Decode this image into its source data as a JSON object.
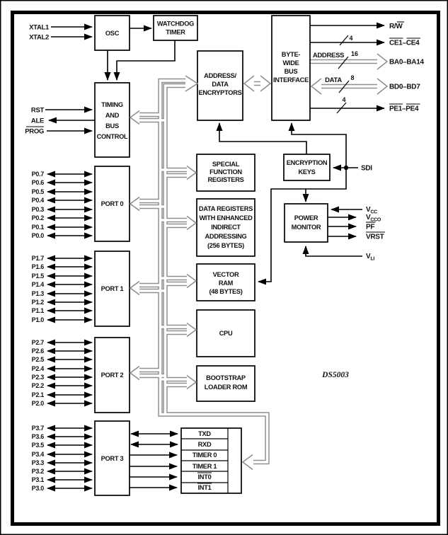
{
  "part_label": "DS5003",
  "blocks": {
    "osc": {
      "label": "OSC"
    },
    "watchdog": {
      "lines": [
        "WATCHDOG",
        "TIMER"
      ]
    },
    "timing": {
      "lines": [
        "TIMING",
        "AND",
        "BUS",
        "CONTROL"
      ]
    },
    "encryptors": {
      "lines": [
        "ADDRESS/",
        "DATA",
        "ENCRYPTORS"
      ]
    },
    "bus_interface": {
      "lines": [
        "BYTE-",
        "WIDE",
        "BUS",
        "INTERFACE"
      ]
    },
    "sfr": {
      "lines": [
        "SPECIAL",
        "FUNCTION",
        "REGISTERS"
      ]
    },
    "data_registers": {
      "lines": [
        "DATA REGISTERS",
        "WITH ENHANCED",
        "INDIRECT",
        "ADDRESSING",
        "(256 BYTES)"
      ]
    },
    "encryption_keys": {
      "lines": [
        "ENCRYPTION",
        "KEYS"
      ]
    },
    "power_monitor": {
      "lines": [
        "POWER",
        "MONITOR"
      ]
    },
    "vector_ram": {
      "lines": [
        "VECTOR",
        "RAM",
        "(48 BYTES)"
      ]
    },
    "cpu": {
      "label": "CPU"
    },
    "bootstrap": {
      "lines": [
        "BOOTSTRAP",
        "LOADER ROM"
      ]
    },
    "port0": {
      "label": "PORT 0",
      "pins": [
        "P0.7",
        "P0.6",
        "P0.5",
        "P0.4",
        "P0.3",
        "P0.2",
        "P0.1",
        "P0.0"
      ]
    },
    "port1": {
      "label": "PORT 1",
      "pins": [
        "P1.7",
        "P1.6",
        "P1.5",
        "P1.4",
        "P1.3",
        "P1.2",
        "P1.1",
        "P1.0"
      ]
    },
    "port2": {
      "label": "PORT 2",
      "pins": [
        "P2.7",
        "P2.6",
        "P2.5",
        "P2.4",
        "P2.3",
        "P2.2",
        "P2.1",
        "P2.0"
      ]
    },
    "port3": {
      "label": "PORT 3",
      "pins": [
        "P3.7",
        "P3.6",
        "P3.5",
        "P3.4",
        "P3.3",
        "P3.2",
        "P3.1",
        "P3.0"
      ]
    },
    "peripherals": {
      "rows": [
        "TXD",
        "RXD",
        "TIMER 0",
        "TIMER 1",
        "INT0",
        "INT1"
      ]
    }
  },
  "signals": {
    "left": {
      "xtal1": "XTAL1",
      "xtal2": "XTAL2",
      "rst": "RST",
      "ale": "ALE",
      "prog": "PROG"
    },
    "right": {
      "rw": "R/W",
      "ce": "CE1–CE4",
      "ba": "BA0–BA14",
      "bd": "BD0–BD7",
      "pe": "PE1–PE4",
      "address": "ADDRESS",
      "data": "DATA",
      "width_ce": "4",
      "width_addr": "16",
      "width_data": "8",
      "width_pe": "4"
    },
    "sdi": "SDI",
    "power": {
      "vcc_main": "V",
      "vcc_sub": "CC",
      "vcco_main": "V",
      "vcco_sub": "CCO",
      "pf": "PF",
      "vrst": "VRST",
      "vli_main": "V",
      "vli_sub": "LI"
    }
  },
  "colors": {
    "bus_gray": "#8f8f8f",
    "wire_black": "#000000",
    "background": "#ffffff"
  }
}
